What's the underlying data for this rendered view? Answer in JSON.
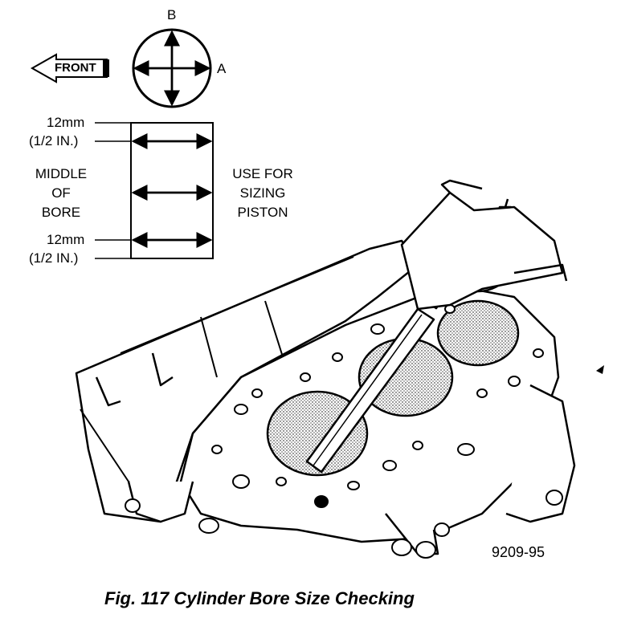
{
  "diagram": {
    "front_label": "FRONT",
    "axis_a": "A",
    "axis_b": "B",
    "top_measure": "12mm",
    "top_measure_in": "(1/2 IN.)",
    "middle_label_line1": "MIDDLE",
    "middle_label_line2": "OF",
    "middle_label_line3": "BORE",
    "use_label_line1": "USE FOR",
    "use_label_line2": "SIZING",
    "use_label_line3": "PISTON",
    "bottom_measure": "12mm",
    "bottom_measure_in": "(1/2 IN.)",
    "figure_id": "9209-95",
    "caption": "Fig. 117 Cylinder Bore Size Checking"
  }
}
